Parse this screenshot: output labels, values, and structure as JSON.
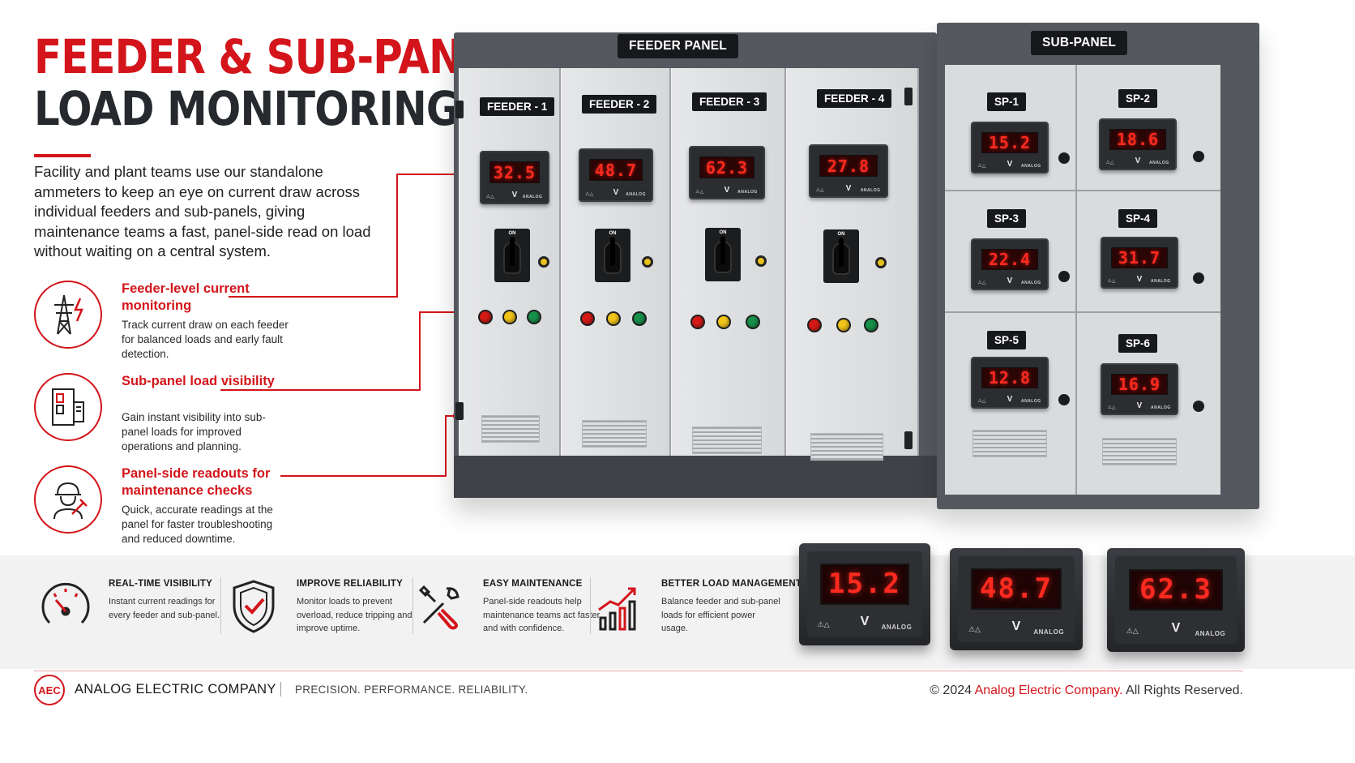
{
  "headline": {
    "line1": "FEEDER & SUB-PANEL",
    "line2": "LOAD MONITORING"
  },
  "intro": "Facility and plant teams use our standalone ammeters to keep an eye on current draw across individual feeders and sub-panels, giving maintenance teams a fast, panel-side read on load without waiting on a central system.",
  "features": [
    {
      "title": "Feeder-level current monitoring",
      "desc": "Track current draw on each feeder for balanced loads and early fault detection.",
      "icon": "power-tower-icon"
    },
    {
      "title": "Sub-panel load visibility",
      "desc": "Gain instant visibility into sub-panel loads for improved operations and planning.",
      "icon": "panel-icon"
    },
    {
      "title": "Panel-side readouts for maintenance checks",
      "desc": "Quick, accurate readings at the panel for faster troubleshooting and reduced downtime.",
      "icon": "technician-icon"
    }
  ],
  "feeder_panel": {
    "label": "FEEDER PANEL",
    "feeders": [
      {
        "label": "FEEDER - 1",
        "reading": "32.5"
      },
      {
        "label": "FEEDER - 2",
        "reading": "48.7"
      },
      {
        "label": "FEEDER - 3",
        "reading": "62.3"
      },
      {
        "label": "FEEDER - 4",
        "reading": "27.8"
      }
    ],
    "switch_label": "ON"
  },
  "sub_panel": {
    "label": "SUB-PANEL",
    "units": [
      {
        "label": "SP-1",
        "reading": "15.2"
      },
      {
        "label": "SP-2",
        "reading": "18.6"
      },
      {
        "label": "SP-3",
        "reading": "22.4"
      },
      {
        "label": "SP-4",
        "reading": "31.7"
      },
      {
        "label": "SP-5",
        "reading": "12.8"
      },
      {
        "label": "SP-6",
        "reading": "16.9"
      }
    ]
  },
  "meter": {
    "unit": "V",
    "brand": "ANALOG",
    "symbols": "⚠△"
  },
  "benefits": [
    {
      "title": "REAL-TIME VISIBILITY",
      "desc": "Instant current readings for every feeder and sub-panel.",
      "icon": "gauge-icon"
    },
    {
      "title": "IMPROVE RELIABILITY",
      "desc": "Monitor loads to prevent overload, reduce tripping and improve uptime.",
      "icon": "shield-check-icon"
    },
    {
      "title": "EASY MAINTENANCE",
      "desc": "Panel-side readouts help maintenance teams act faster and with confidence.",
      "icon": "wrench-screwdriver-icon"
    },
    {
      "title": "BETTER LOAD MANAGEMENT",
      "desc": "Balance feeder and sub-panel loads for efficient power usage.",
      "icon": "bar-chart-up-icon"
    }
  ],
  "product_meters": [
    {
      "reading": "15.2"
    },
    {
      "reading": "48.7"
    },
    {
      "reading": "62.3"
    }
  ],
  "footer": {
    "logo": "AEC",
    "company": "ANALOG ELECTRIC COMPANY",
    "tagline": "PRECISION. PERFORMANCE. RELIABILITY.",
    "copyright_prefix": "© 2024 ",
    "copyright_company": "Analog Electric Company.",
    "copyright_suffix": " All Rights Reserved."
  },
  "colors": {
    "accent": "#d3151b",
    "dark": "#262a2e",
    "digit": "#ff2a1f"
  }
}
